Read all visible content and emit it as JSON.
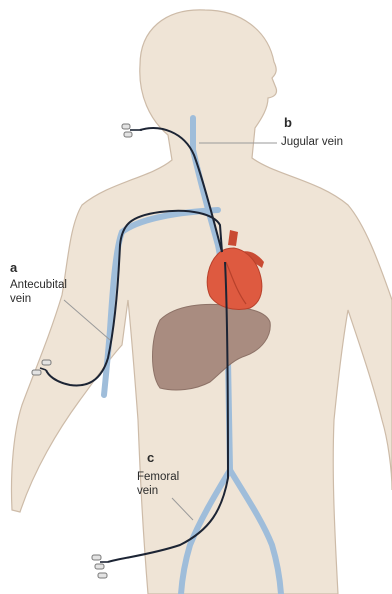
{
  "labels": {
    "a": {
      "letter": "a",
      "line1": "Antecubital",
      "line2": "vein"
    },
    "b": {
      "letter": "b",
      "text": "Jugular vein"
    },
    "c": {
      "letter": "c",
      "line1": "Femoral",
      "line2": "vein"
    }
  },
  "colors": {
    "skin": "#efe4d6",
    "skin_outline": "#cdbba8",
    "vein": "#9fbdda",
    "catheter": "#1c2434",
    "heart": "#de5a40",
    "liver": "#a98c80",
    "leader_line": "#9a9a9a"
  }
}
